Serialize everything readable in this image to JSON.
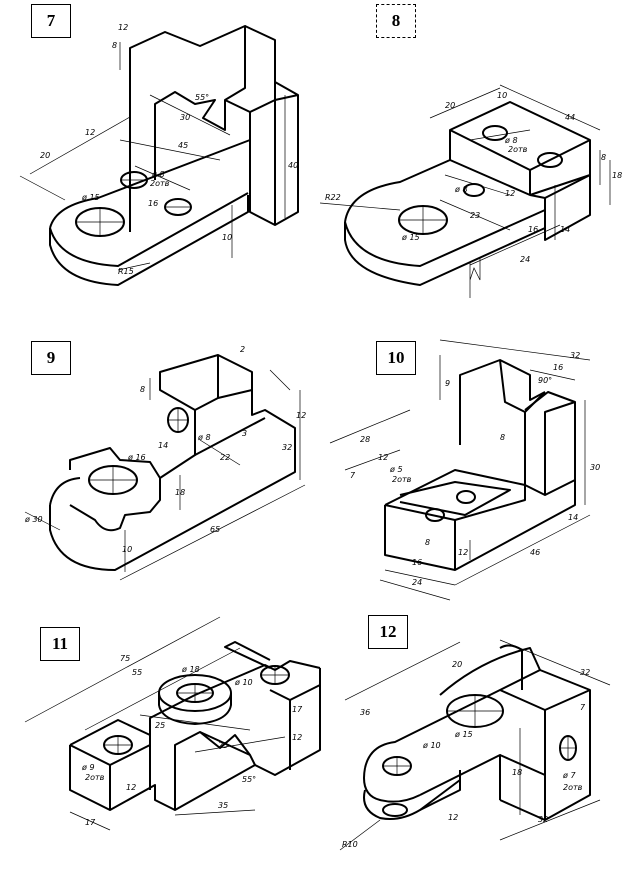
{
  "figures": [
    {
      "number": "7",
      "dims": [
        "12",
        "8",
        "55°",
        "30",
        "45",
        "12",
        "20",
        "ø 8",
        "2отв",
        "16",
        "ø 15",
        "40",
        "10",
        "R15"
      ]
    },
    {
      "number": "8",
      "dims": [
        "20",
        "10",
        "44",
        "ø 8",
        "2отв",
        "R22",
        "ø 8",
        "12",
        "23",
        "ø 15",
        "16",
        "24",
        "8",
        "18",
        "14"
      ]
    },
    {
      "number": "9",
      "dims": [
        "2",
        "8",
        "ø 16",
        "14",
        "ø 8",
        "22",
        "3",
        "18",
        "32",
        "ø 30",
        "10",
        "65",
        "12"
      ]
    },
    {
      "number": "10",
      "dims": [
        "28",
        "12",
        "ø 5",
        "2отв",
        "7",
        "9",
        "32",
        "90°",
        "16",
        "30",
        "14",
        "46",
        "24",
        "16",
        "12",
        "8",
        "8"
      ]
    },
    {
      "number": "11",
      "dims": [
        "75",
        "55",
        "ø 18",
        "ø 10",
        "25",
        "25",
        "ø 9",
        "2отв",
        "12",
        "17",
        "35",
        "55°",
        "12",
        "17"
      ]
    },
    {
      "number": "12",
      "dims": [
        "36",
        "20",
        "32",
        "7",
        "ø 10",
        "ø 15",
        "18",
        "ø 7",
        "2отв",
        "32",
        "R10",
        "12"
      ]
    }
  ]
}
